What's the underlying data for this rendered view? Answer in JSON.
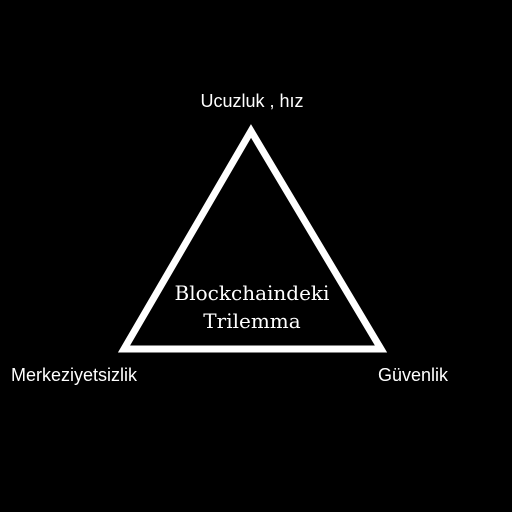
{
  "diagram": {
    "type": "triangle",
    "center_lines": [
      "Blockchaindeki",
      "Trilemma"
    ],
    "vertices": {
      "top": "Ucuzluk , hız",
      "left": "Merkeziyetsizlik",
      "right": "Güvenlik"
    }
  },
  "colors": {
    "background": "#000000",
    "stroke": "#ffffff",
    "text": "#ffffff"
  }
}
